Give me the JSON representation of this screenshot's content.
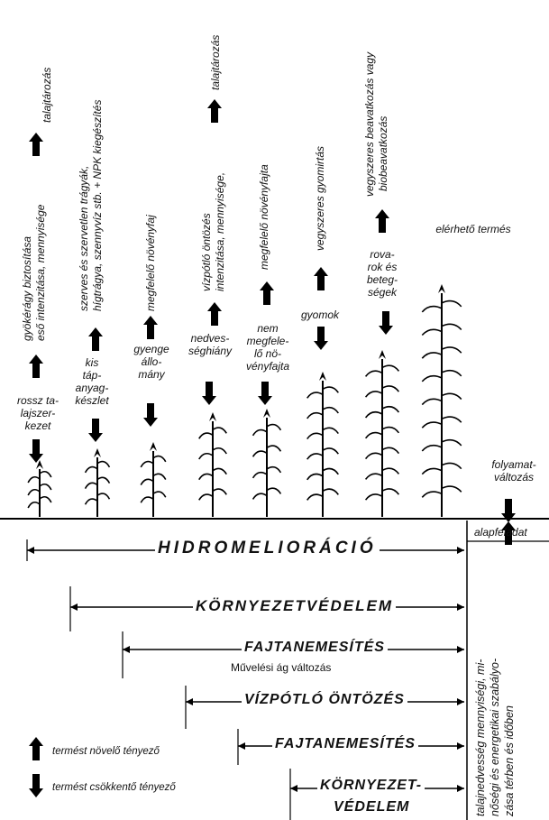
{
  "factors": [
    {
      "up": "talajtározás",
      "mid": "gyökérágy biztosítása",
      "mid2": "eső intenzitása, mennyisége",
      "down": "rossz ta-\nlajszer-\nkezet"
    },
    {
      "up": "szerves és szervetlen trágyák,",
      "mid": "hígtrágya, szennyvíz stb. + NPK kiegészítés",
      "down": "kis\ntáp-\nanyag-\nkészlet"
    },
    {
      "up": "megfelelő növényfaj",
      "down": "gyenge\nállo-\nmány"
    },
    {
      "up": "talajtározás",
      "mid": "vízpótló öntözés",
      "mid2": "intenzitása, mennyisége,",
      "down": "nedves-\nséghiány"
    },
    {
      "up": "megfelelő növényfajta",
      "down": "nem\nmegfele-\nlő nö-\nvényfajta"
    },
    {
      "up": "vegyszeres gyomirtás",
      "down": "gyomok"
    },
    {
      "up": "vegyszeres beavatkozás vagy",
      "mid": "biobeavatkozás",
      "down": "rova-\nrok és\nbeteg-\nségek"
    }
  ],
  "result_label": "elérhető termés",
  "process_change": "folyamat-\nváltozás",
  "base_task": "alapfeladat",
  "bands": [
    {
      "text": "HIDROMELIORÁCIÓ"
    },
    {
      "text": "KÖRNYEZETVÉDELEM"
    },
    {
      "text": "FAJTANEMESÍTÉS",
      "sub": "Művelési ág változás"
    },
    {
      "text": "VÍZPÓTLÓ ÖNTÖZÉS"
    },
    {
      "text": "FAJTANEMESÍTÉS"
    },
    {
      "text": "KÖRNYEZET-",
      "text2": "VÉDELEM"
    }
  ],
  "right_column": [
    "talajnedvesség mennyiségi, mi-",
    "nőségi és energetikai szabályo-",
    "zása térben és időben"
  ],
  "legend": {
    "increase": "termést növelő tényező",
    "decrease": "termést csökkentő tényező"
  }
}
